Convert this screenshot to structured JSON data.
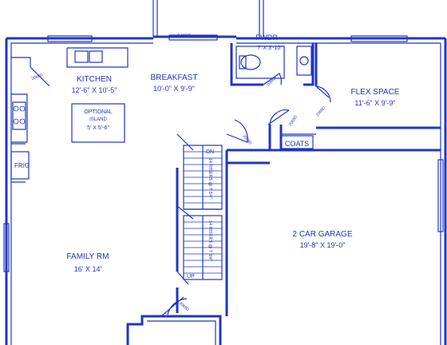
{
  "rooms": {
    "kitchen": {
      "name": "KITCHEN",
      "dims": "12'-6\" X 10'-5\""
    },
    "breakfast": {
      "name": "BREAKFAST",
      "dims": "10'-0\" X 9'-9\""
    },
    "powder": {
      "name": "PWDR",
      "dims": "7' X 3'-10\""
    },
    "flex": {
      "name": "FLEX SPACE",
      "dims": "11'-6\" X 9'-9\""
    },
    "family": {
      "name": "FAMILY RM",
      "dims": "16' X 14'"
    },
    "garage": {
      "name": "2 CAR GARAGE",
      "dims": "19'-8\" X 19'-0\""
    }
  },
  "fixtures": {
    "island_line1": "OPTIONAL",
    "island_line2": "ISLAND",
    "island_line3": "5' X 5'-6\"",
    "coats": "COATS",
    "fridge": "FRIG",
    "window_top": "5468D"
  },
  "door_tags": {
    "kitchen_west": "2068D",
    "pwdr": "2068D",
    "flex": "2068D",
    "garage_entry": "2068D",
    "coats": "2068D",
    "front_entry": "3068D"
  },
  "stairs": {
    "upper_top": "DN",
    "upper_label": "14 RISERS @ 7 3/4\"",
    "lower_label": "14 RISERS @ 7 3/4\"",
    "lower_bottom": "UP"
  },
  "colors": {
    "ink": "#1f36c4",
    "paper": "#ffffff"
  }
}
